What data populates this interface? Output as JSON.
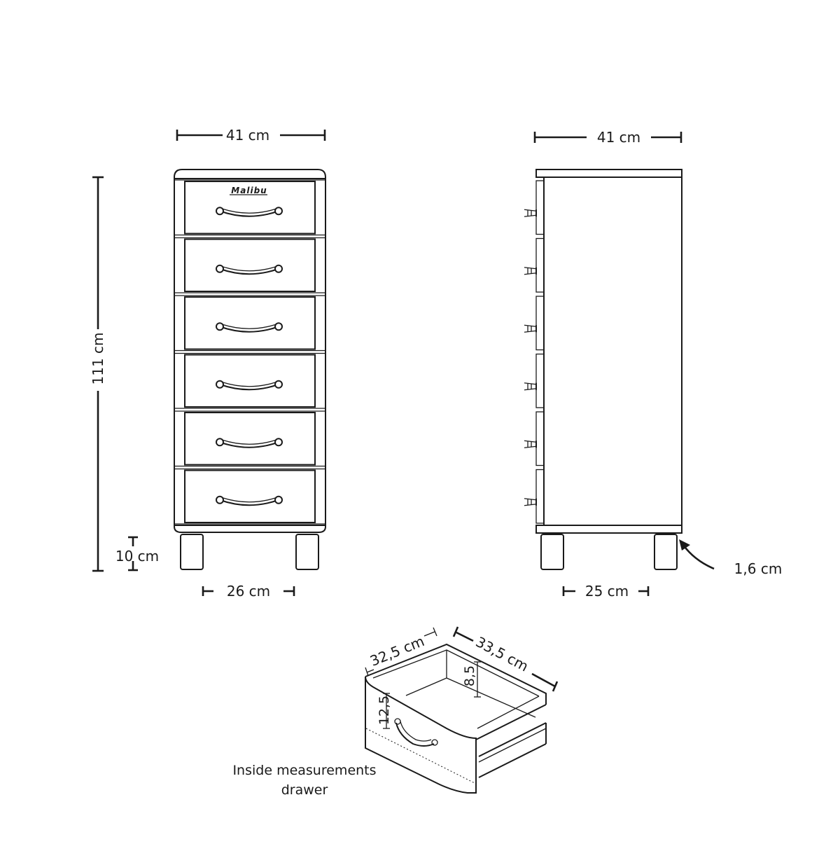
{
  "brand_logo": "Malibu",
  "front_view": {
    "width_label": "41 cm",
    "height_label": "111 cm",
    "leg_height_label": "10 cm",
    "leg_spacing_label": "26 cm",
    "drawer_count": 6
  },
  "side_view": {
    "width_label": "41 cm",
    "leg_spacing_label": "25 cm",
    "leg_inset_label": "1,6 cm"
  },
  "drawer_view": {
    "width_label": "32,5 cm",
    "depth_label": "33,5 cm",
    "inner_height_label": "8,5",
    "front_height_label": "12,5",
    "caption_line1": "Inside measurements",
    "caption_line2": "drawer"
  }
}
